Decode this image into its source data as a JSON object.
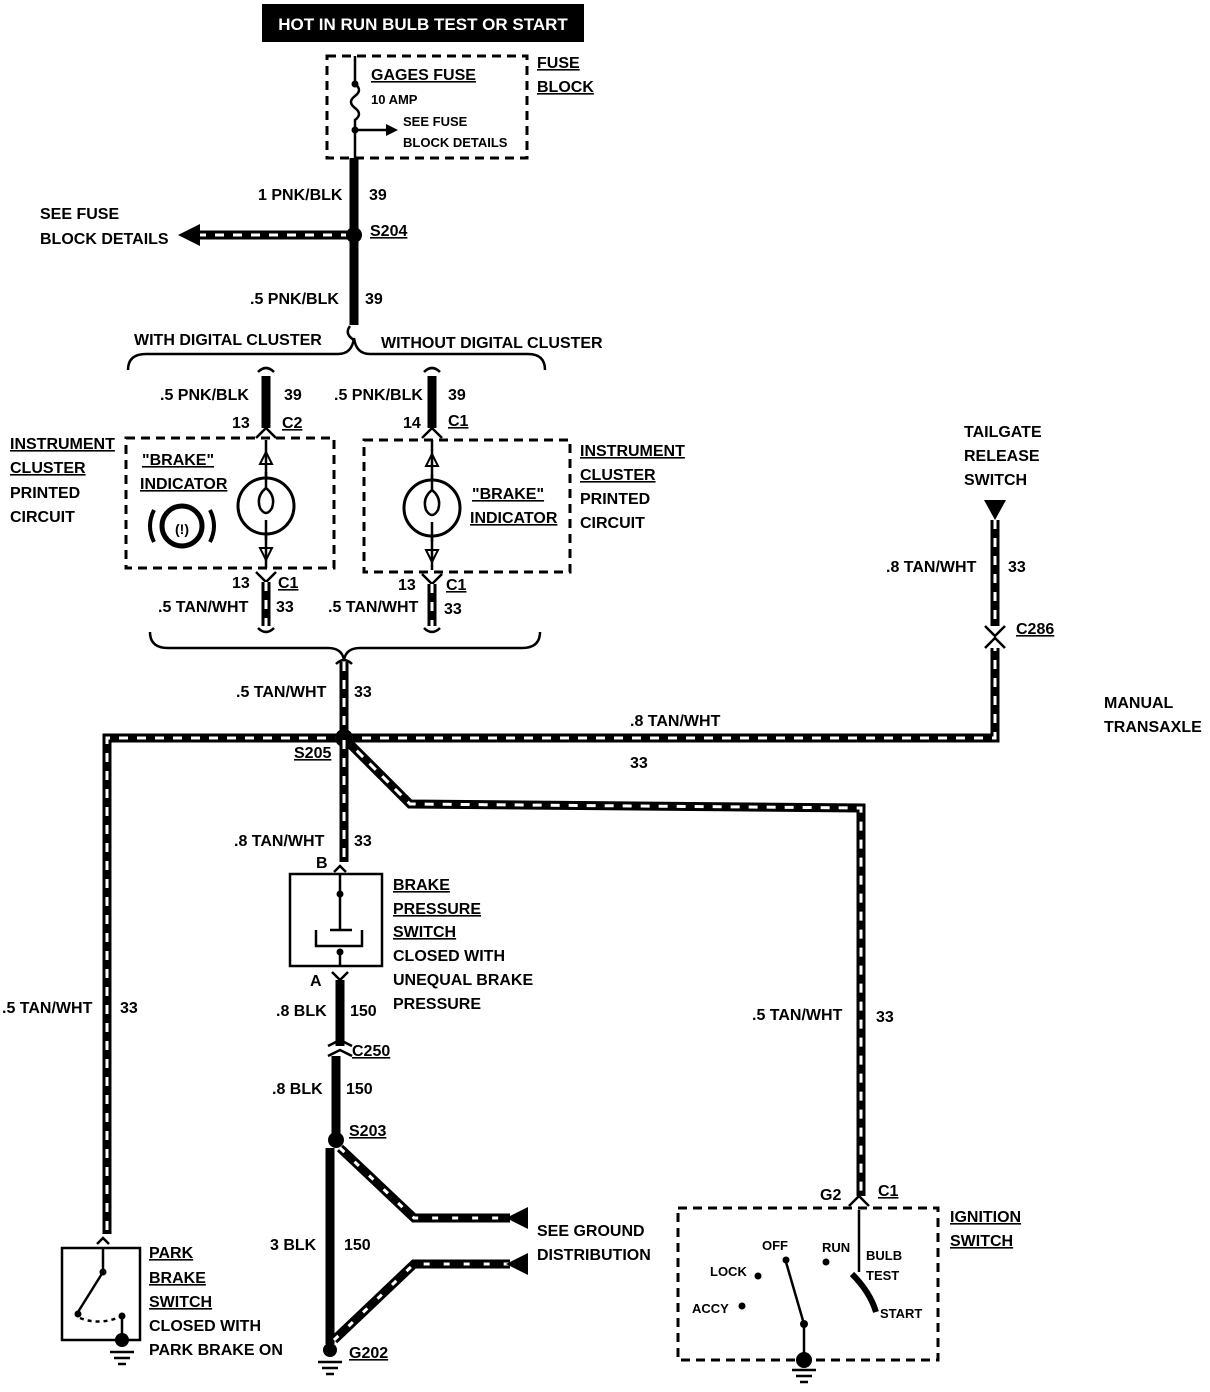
{
  "header": {
    "label": "HOT IN RUN BULB TEST OR START"
  },
  "fuse_block": {
    "fuse_name": "GAGES FUSE",
    "fuse_rating": "10 AMP",
    "note_line1": "SEE FUSE",
    "note_line2": "BLOCK DETAILS",
    "label_line1": "FUSE",
    "label_line2": "BLOCK"
  },
  "wires": {
    "w_1pnkblk": "1 PNK/BLK",
    "w_5pnkblk": ".5 PNK/BLK",
    "w_5pnkblk_left": ".5 PNK/BLK",
    "w_5pnkblk_right": ".5 PNK/BLK",
    "w_5tanwht_left": ".5 TAN/WHT",
    "w_5tanwht_right": ".5 TAN/WHT",
    "w_5tanwht_main": ".5 TAN/WHT",
    "w_8tanwht_top": ".8 TAN/WHT",
    "w_8tanwht_tailgate": ".8 TAN/WHT",
    "w_8tanwht_brake": ".8 TAN/WHT",
    "w_5tanwht_park": ".5 TAN/WHT",
    "w_5tanwht_ign": ".5 TAN/WHT",
    "w_8blk_a": ".8 BLK",
    "w_8blk_b": ".8 BLK",
    "w_3blk": "3 BLK",
    "c39_a": "39",
    "c39_b": "39",
    "c39_c": "39",
    "c39_d": "39",
    "c33_a": "33",
    "c33_b": "33",
    "c33_c": "33",
    "c33_d": "33",
    "c33_e": "33",
    "c33_f": "33",
    "c33_g": "33",
    "c33_h": "33",
    "c150_a": "150",
    "c150_b": "150",
    "c150_c": "150"
  },
  "splices": {
    "s204": "S204",
    "s205": "S205",
    "s203": "S203"
  },
  "left_note": {
    "line1": "SEE FUSE",
    "line2": "BLOCK DETAILS"
  },
  "options": {
    "with_digital": "WITH DIGITAL CLUSTER",
    "without_digital": "WITHOUT DIGITAL CLUSTER"
  },
  "cluster_left": {
    "pin_top": "13",
    "conn_top": "C2",
    "pin_bot": "13",
    "conn_bot": "C1",
    "ind_line1": "\"BRAKE\"",
    "ind_line2": "INDICATOR",
    "brake_symbol": "(!)",
    "label_line1": "INSTRUMENT",
    "label_line2": "CLUSTER",
    "label_line3": "PRINTED",
    "label_line4": "CIRCUIT"
  },
  "cluster_right": {
    "pin_top": "14",
    "conn_top": "C1",
    "pin_bot": "13",
    "conn_bot": "C1",
    "ind_line1": "\"BRAKE\"",
    "ind_line2": "INDICATOR",
    "label_line1": "INSTRUMENT",
    "label_line2": "CLUSTER",
    "label_line3": "PRINTED",
    "label_line4": "CIRCUIT"
  },
  "tailgate": {
    "line1": "TAILGATE",
    "line2": "RELEASE",
    "line3": "SWITCH",
    "connector": "C286"
  },
  "manual": {
    "line1": "MANUAL",
    "line2": "TRANSAXLE"
  },
  "brake_switch": {
    "pin_b": "B",
    "pin_a": "A",
    "line1": "BRAKE",
    "line2": "PRESSURE",
    "line3": "SWITCH",
    "line4": "CLOSED WITH",
    "line5": "UNEQUAL BRAKE",
    "line6": "PRESSURE"
  },
  "connector_c250": "C250",
  "ground": {
    "line1": "SEE GROUND",
    "line2": "DISTRIBUTION",
    "g202": "G202"
  },
  "park_brake": {
    "line1": "PARK",
    "line2": "BRAKE",
    "line3": "SWITCH",
    "line4": "CLOSED WITH",
    "line5": "PARK BRAKE ON"
  },
  "ignition": {
    "pin": "G2",
    "connector": "C1",
    "line1": "IGNITION",
    "line2": "SWITCH",
    "off": "OFF",
    "run": "RUN",
    "bulb": "BULB",
    "test": "TEST",
    "lock": "LOCK",
    "accy": "ACCY",
    "start": "START"
  }
}
